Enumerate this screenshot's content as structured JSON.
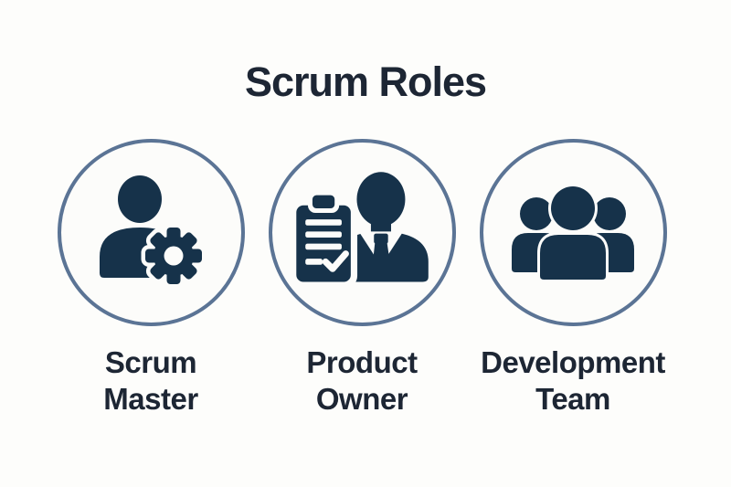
{
  "page": {
    "title": "Scrum Roles",
    "colors": {
      "background": "#fdfdfb",
      "text": "#1d2634",
      "icon": "#16324a",
      "circle_border": "#5b7495",
      "circle_fill": "#fcfcfa"
    }
  },
  "roles": [
    {
      "line1": "Scrum",
      "line2": "Master",
      "icon": "person-with-gear-icon"
    },
    {
      "line1": "Product",
      "line2": "Owner",
      "icon": "person-with-clipboard-icon"
    },
    {
      "line1": "Development",
      "line2": "Team",
      "icon": "people-group-icon"
    }
  ]
}
